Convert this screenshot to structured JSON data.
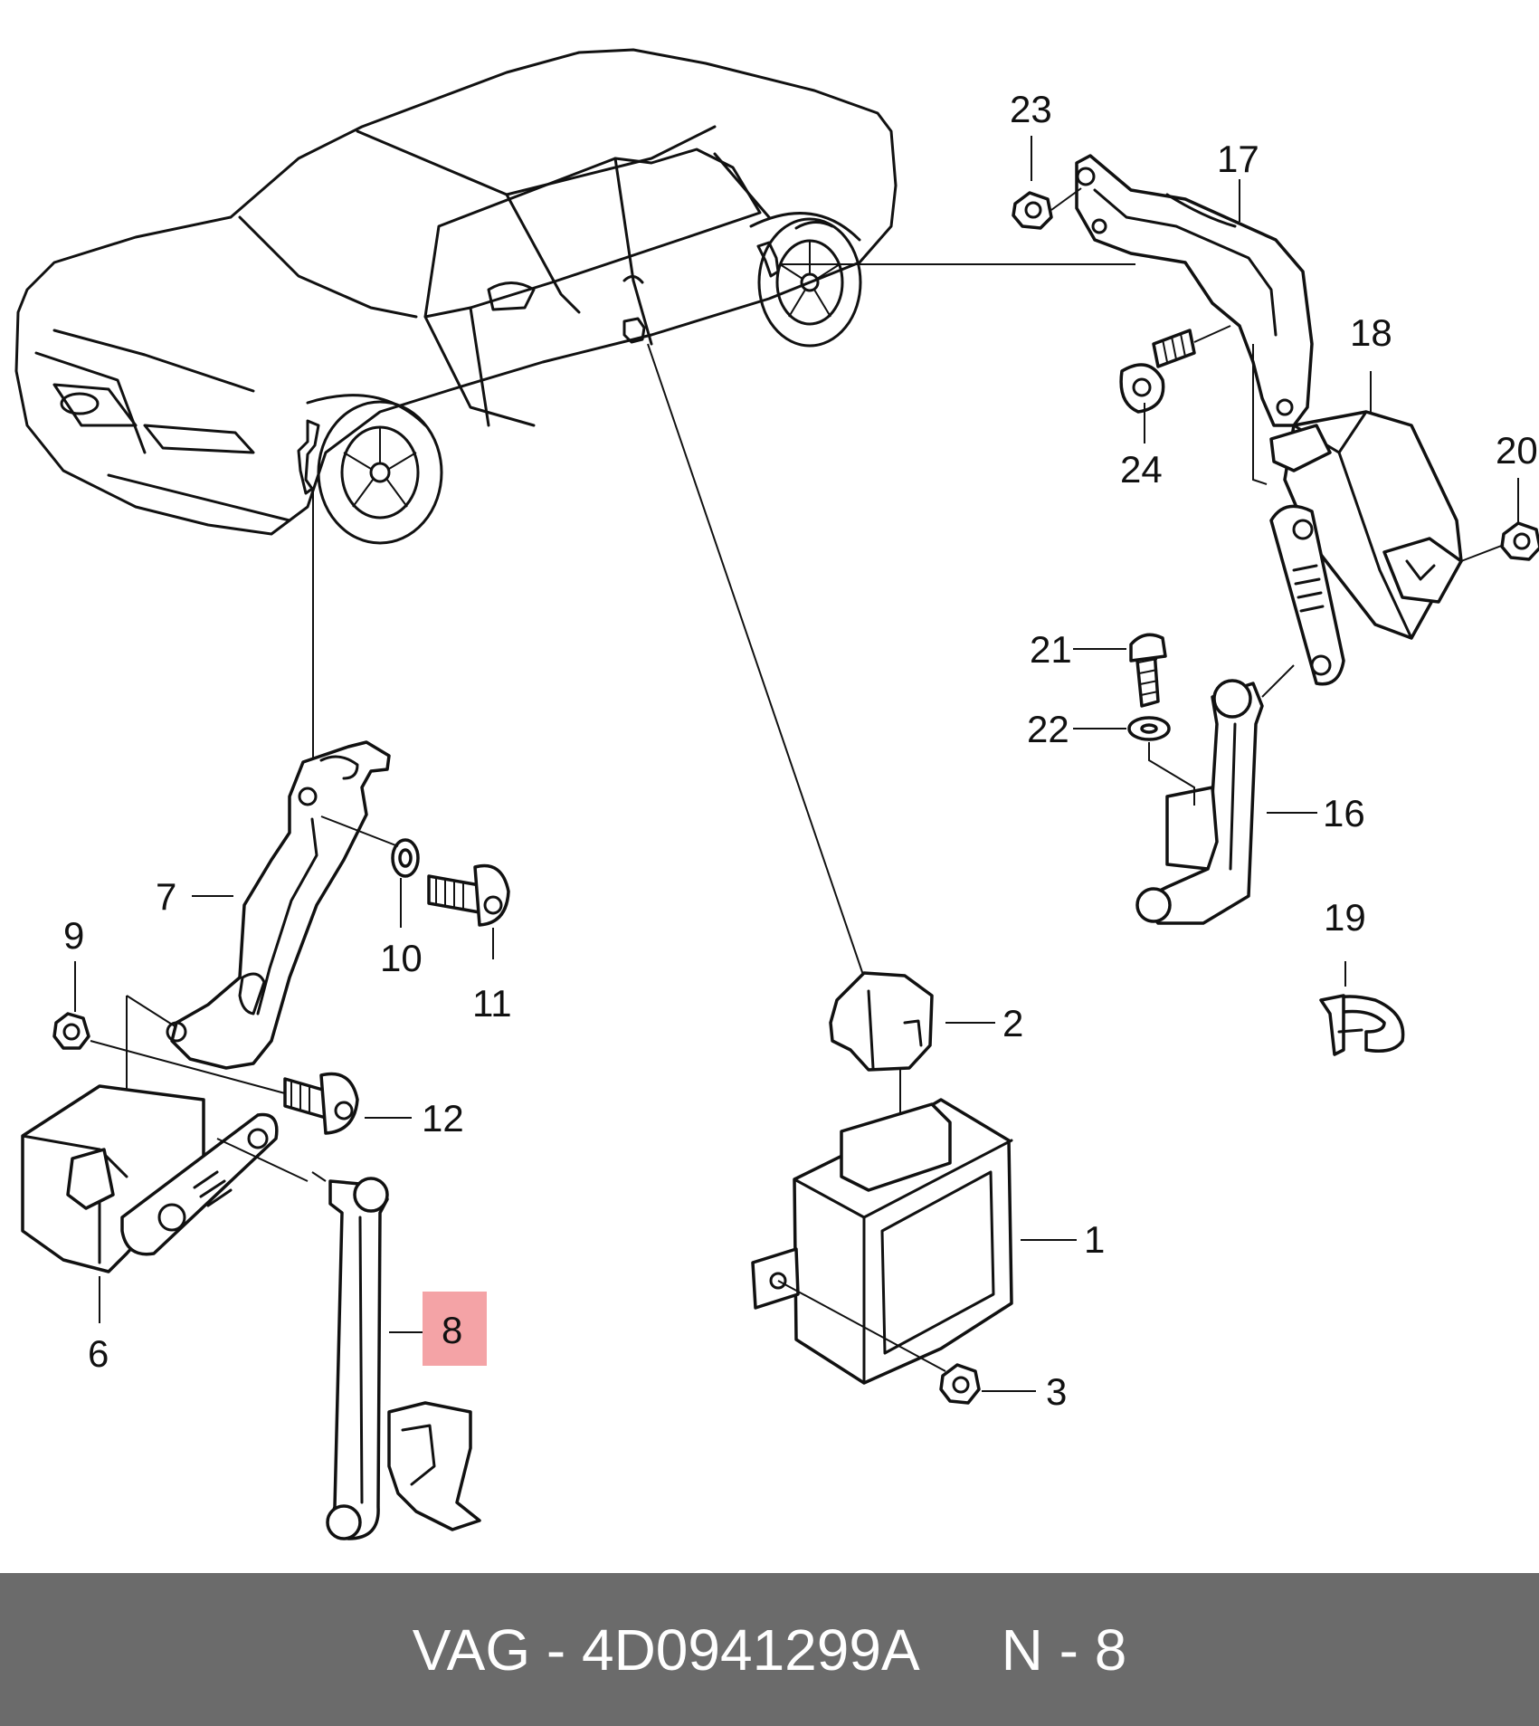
{
  "diagram": {
    "highlight_color": "#f4a3a6",
    "callouts": [
      {
        "id": "1",
        "label": "1"
      },
      {
        "id": "2",
        "label": "2"
      },
      {
        "id": "3",
        "label": "3"
      },
      {
        "id": "6",
        "label": "6"
      },
      {
        "id": "7",
        "label": "7"
      },
      {
        "id": "8",
        "label": "8"
      },
      {
        "id": "9",
        "label": "9"
      },
      {
        "id": "10",
        "label": "10"
      },
      {
        "id": "11",
        "label": "11"
      },
      {
        "id": "12",
        "label": "12"
      },
      {
        "id": "16",
        "label": "16"
      },
      {
        "id": "17",
        "label": "17"
      },
      {
        "id": "18",
        "label": "18"
      },
      {
        "id": "19",
        "label": "19"
      },
      {
        "id": "20",
        "label": "20"
      },
      {
        "id": "21",
        "label": "21"
      },
      {
        "id": "22",
        "label": "22"
      },
      {
        "id": "23",
        "label": "23"
      },
      {
        "id": "24",
        "label": "24"
      }
    ]
  },
  "footer": {
    "brand": "VAG",
    "separator": "-",
    "part_number": "4D0941299A",
    "position_label": "N - 8"
  }
}
